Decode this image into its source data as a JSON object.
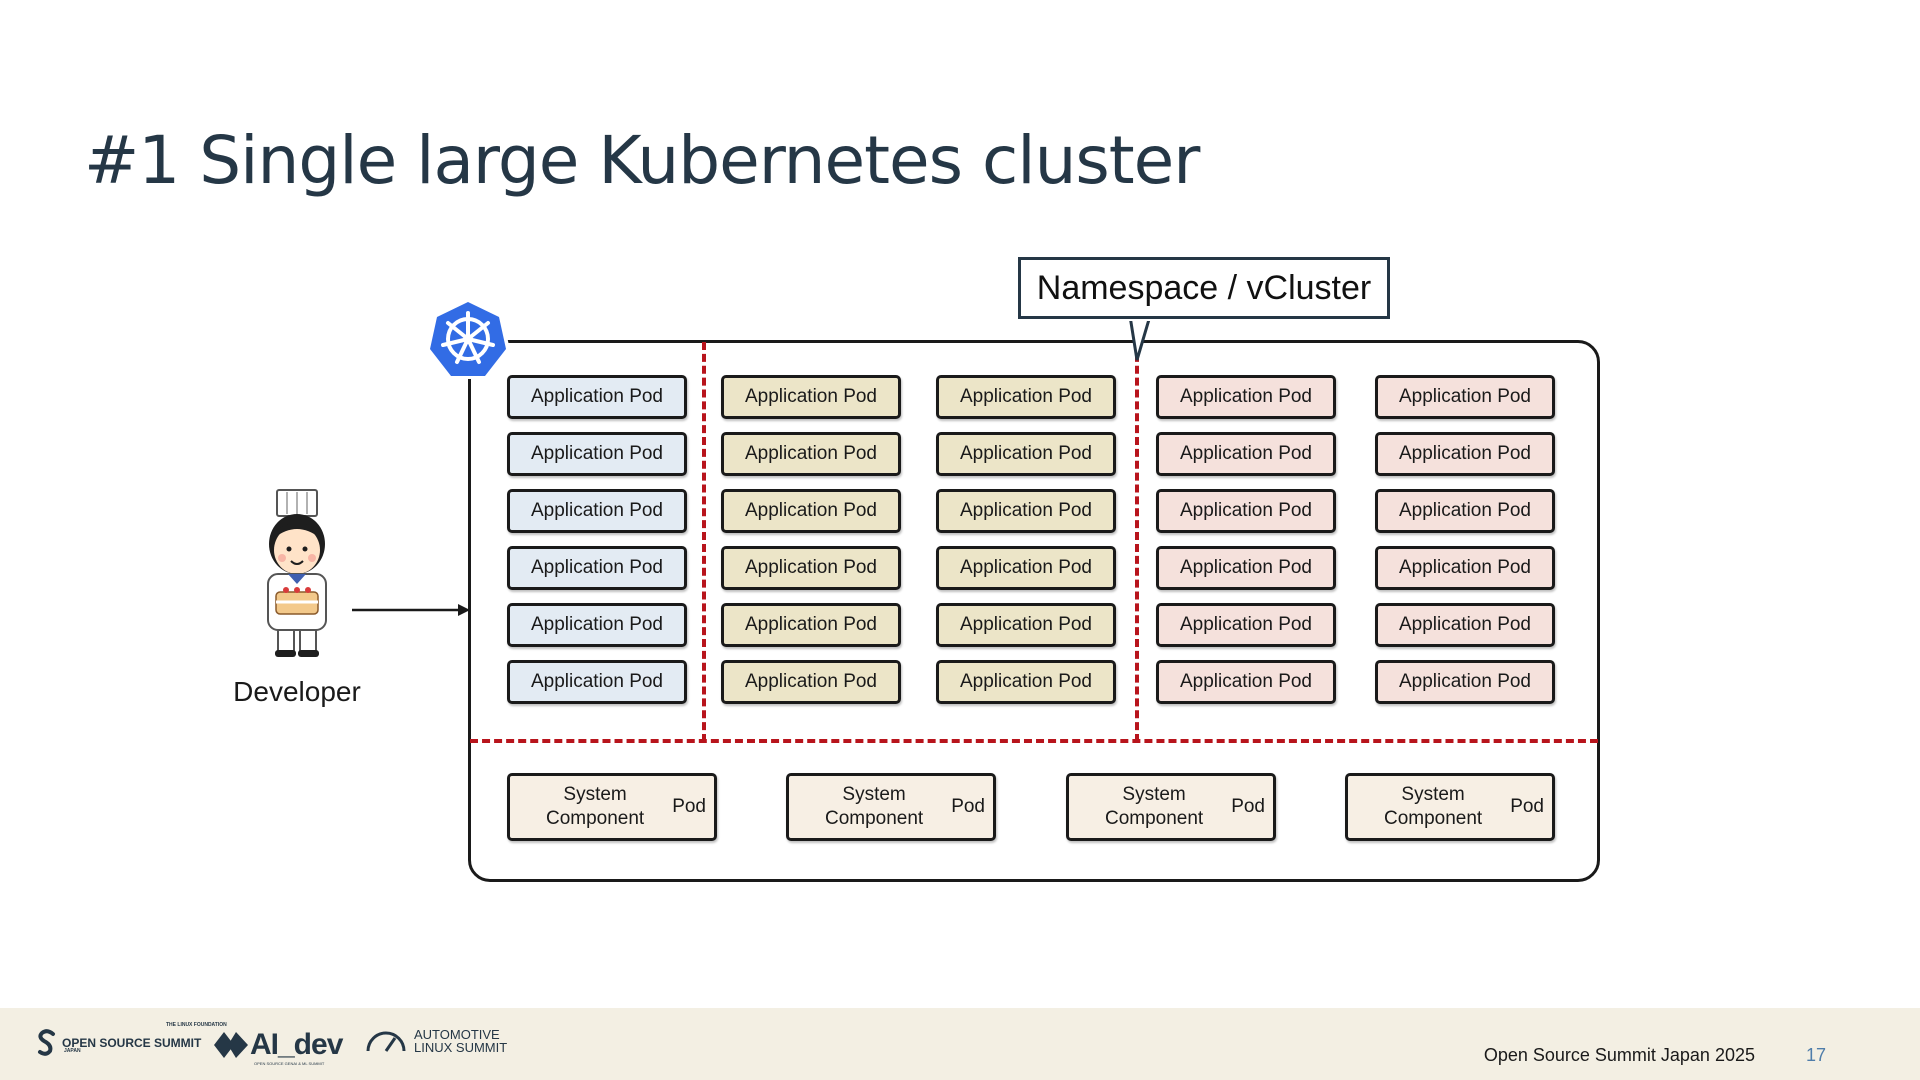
{
  "slide": {
    "title": "#1 Single large Kubernetes cluster"
  },
  "callout": {
    "label": "Namespace / vCluster"
  },
  "developer": {
    "label": "Developer"
  },
  "pod_label": "Application Pod",
  "pod_columns": [
    {
      "color": "#e3ebf3",
      "rows": 6
    },
    {
      "color": "#ece5c8",
      "rows": 6
    },
    {
      "color": "#ece5c8",
      "rows": 6
    },
    {
      "color": "#f5e1dc",
      "rows": 6
    },
    {
      "color": "#f5e1dc",
      "rows": 6
    }
  ],
  "system_pods": [
    {
      "line1": "System Component",
      "line2": "Pod"
    },
    {
      "line1": "System Component",
      "line2": "Pod"
    },
    {
      "line1": "System Component",
      "line2": "Pod"
    },
    {
      "line1": "System Component",
      "line2": "Pod"
    }
  ],
  "colors": {
    "namespace_boundary": "#b8141c",
    "kubernetes_logo": "#326ce5",
    "title": "#253746"
  },
  "footer": {
    "event": "Open Source Summit Japan 2025",
    "page_number": "17",
    "logos": {
      "oss": "OPEN SOURCE SUMMIT",
      "oss_sup": "THE LINUX FOUNDATION",
      "oss_sub": "JAPAN",
      "aidev": "AI_dev",
      "aidev_sub": "OPEN SOURCE GENAI & ML SUMMIT",
      "auto_line1": "AUTOMOTIVE",
      "auto_line2": "LINUX SUMMIT"
    }
  }
}
